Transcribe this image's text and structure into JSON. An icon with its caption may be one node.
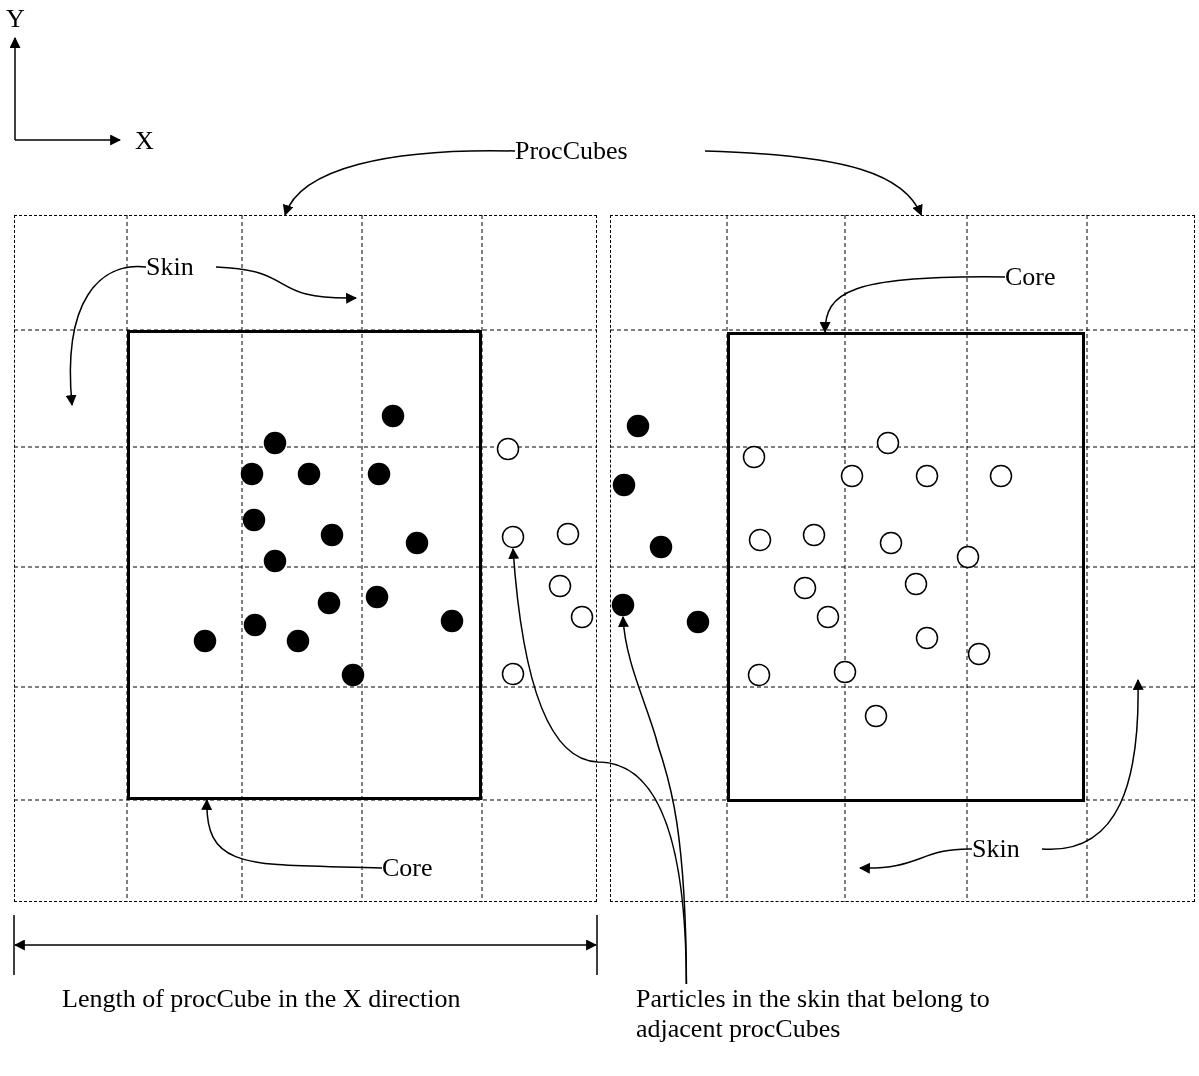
{
  "diagram": {
    "nodes": [
      {
        "text": [],
        "shape": "box"
      },
      {
        "text": [],
        "shape": "box",
        "in": 0
      },
      {
        "text": [],
        "shape": "box"
      },
      {
        "text": [],
        "shape": "box",
        "in": 2
      },
      {
        "text": [
          "ProcCubes"
        ]
      },
      {
        "text": [
          "Skin"
        ],
        "in": 0
      },
      {
        "text": [
          "Core"
        ],
        "in": 0
      },
      {
        "text": [
          "Core"
        ],
        "in": 2
      },
      {
        "text": [
          "Skin"
        ],
        "in": 2
      },
      {
        "text": [
          "Particles in the skin that belong to adjacent procCubes"
        ]
      },
      {
        "text": [],
        "shape": "circle",
        "in": 1
      },
      {
        "text": [],
        "shape": "circle",
        "in": 1
      },
      {
        "text": [],
        "shape": "circle",
        "in": 1
      },
      {
        "text": [],
        "shape": "circle",
        "in": 1
      },
      {
        "text": [],
        "shape": "circle",
        "in": 1
      },
      {
        "text": [],
        "shape": "circle",
        "in": 1
      },
      {
        "text": [],
        "shape": "circle",
        "in": 1
      },
      {
        "text": [],
        "shape": "circle",
        "in": 1
      },
      {
        "text": [],
        "shape": "circle",
        "in": 1
      },
      {
        "text": [],
        "shape": "circle",
        "in": 1
      },
      {
        "text": [],
        "shape": "circle",
        "in": 1
      },
      {
        "text": [],
        "shape": "circle",
        "in": 1
      },
      {
        "text": [],
        "shape": "circle",
        "in": 1
      },
      {
        "text": [],
        "shape": "circle",
        "in": 1
      },
      {
        "text": [],
        "shape": "circle",
        "in": 1
      },
      {
        "text": [],
        "shape": "circle",
        "in": 1
      },
      {
        "text": [],
        "shape": "circle",
        "in": 0
      },
      {
        "text": [],
        "shape": "circle",
        "in": 0
      },
      {
        "text": [],
        "shape": "circle",
        "in": 0
      },
      {
        "text": [],
        "shape": "circle",
        "in": 0
      },
      {
        "text": [],
        "shape": "circle",
        "in": 0
      },
      {
        "text": [],
        "shape": "circle",
        "in": 0
      },
      {
        "text": [],
        "shape": "circle",
        "in": 2
      },
      {
        "text": [],
        "shape": "circle",
        "in": 2
      },
      {
        "text": [],
        "shape": "circle",
        "in": 2
      },
      {
        "text": [],
        "shape": "circle",
        "in": 2
      },
      {
        "text": [],
        "shape": "circle",
        "in": 2
      },
      {
        "text": [],
        "shape": "circle",
        "in": 3
      },
      {
        "text": [],
        "shape": "circle",
        "in": 3
      },
      {
        "text": [],
        "shape": "circle",
        "in": 3
      },
      {
        "text": [],
        "shape": "circle",
        "in": 3
      },
      {
        "text": [],
        "shape": "circle",
        "in": 3
      },
      {
        "text": [],
        "shape": "circle",
        "in": 3
      },
      {
        "text": [],
        "shape": "circle",
        "in": 3
      },
      {
        "text": [],
        "shape": "circle",
        "in": 3
      },
      {
        "text": [],
        "shape": "circle",
        "in": 3
      },
      {
        "text": [],
        "shape": "circle",
        "in": 3
      },
      {
        "text": [],
        "shape": "circle",
        "in": 3
      },
      {
        "text": [],
        "shape": "circle",
        "in": 3
      },
      {
        "text": [],
        "shape": "circle",
        "in": 3
      },
      {
        "text": [],
        "shape": "circle",
        "in": 3
      },
      {
        "text": [],
        "shape": "circle",
        "in": 3
      },
      {
        "text": [],
        "shape": "circle",
        "in": 3
      },
      {
        "text": [],
        "shape": "circle",
        "in": 3
      }
    ],
    "edges": [
      {
        "from": 4,
        "to": 0,
        "arrow": "to"
      },
      {
        "from": 4,
        "to": 2,
        "arrow": "to"
      },
      {
        "from": 5,
        "to": null,
        "arrow": "to"
      },
      {
        "from": 5,
        "to": null,
        "arrow": "to"
      },
      {
        "from": 6,
        "to": 1,
        "arrow": "to"
      },
      {
        "from": 7,
        "to": 3,
        "arrow": "to"
      },
      {
        "from": 8,
        "to": null,
        "arrow": "to"
      },
      {
        "from": 8,
        "to": null,
        "arrow": "to"
      },
      {
        "from": 9,
        "to": 27,
        "arrow": "to"
      },
      {
        "from": 9,
        "to": 32,
        "arrow": "to"
      }
    ],
    "labels": [
      "Y",
      "X",
      "Length of procCube in the X direction"
    ]
  }
}
